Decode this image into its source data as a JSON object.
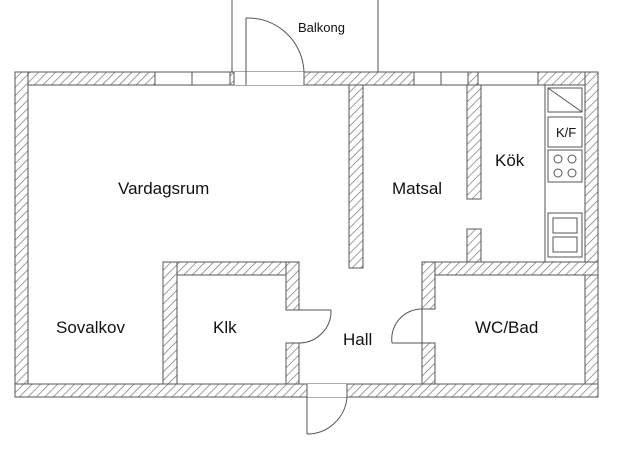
{
  "rooms": {
    "balkong": "Balkong",
    "vardagsrum": "Vardagsrum",
    "matsal": "Matsal",
    "kok": "Kök",
    "kf": "K/F",
    "sovalkov": "Sovalkov",
    "klk": "Klk",
    "hall": "Hall",
    "wcbad": "WC/Bad"
  }
}
